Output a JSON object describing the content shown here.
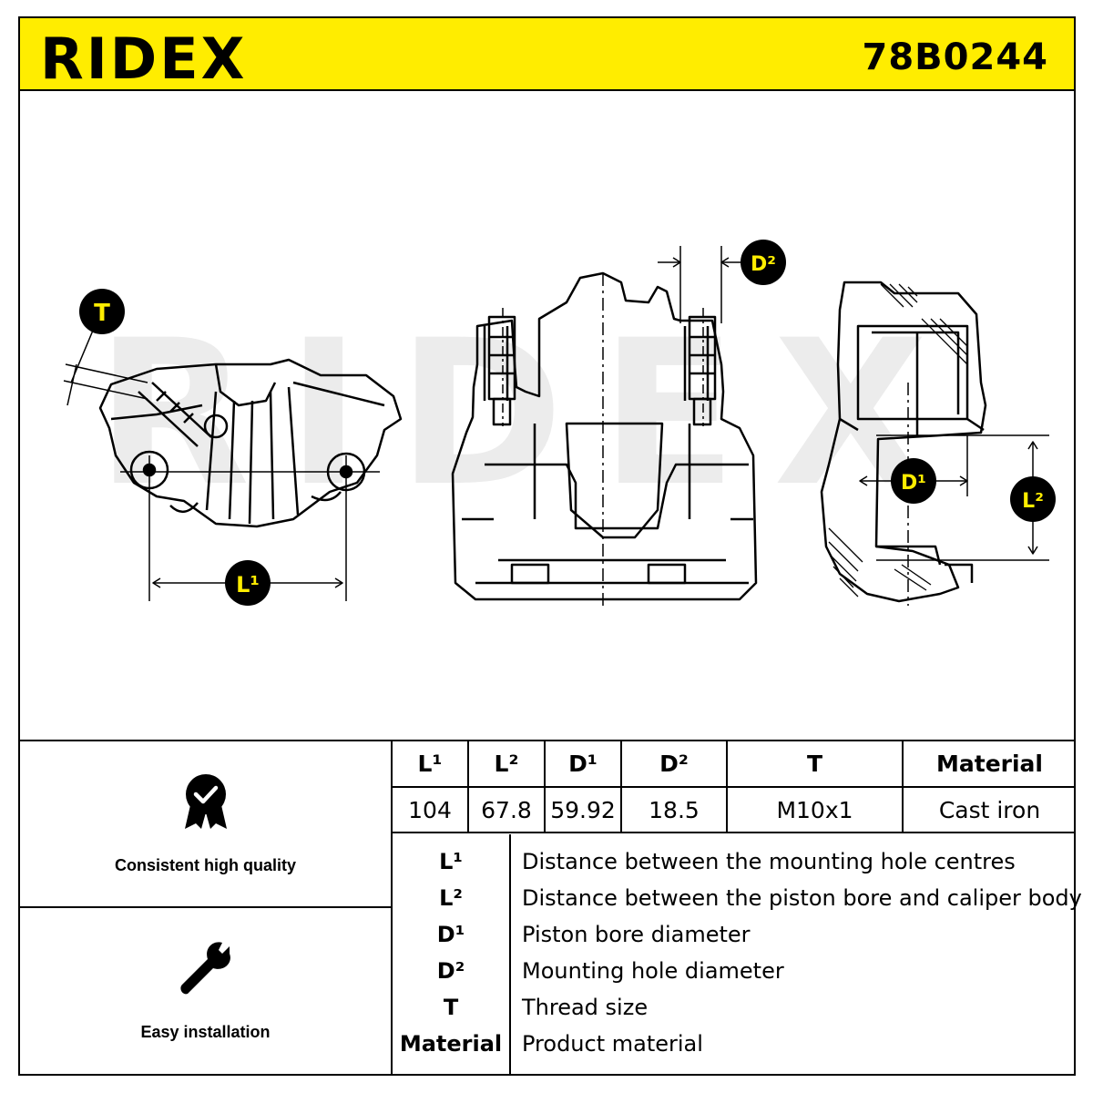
{
  "brand": {
    "logo_text": "RIDEX",
    "part_number": "78B0244",
    "accent_color": "#ffed00"
  },
  "drawing": {
    "watermark": "RIDEX",
    "callouts": {
      "t": "T",
      "l1": "L¹",
      "l2": "L²",
      "d1": "D¹",
      "d2": "D²"
    }
  },
  "features": [
    {
      "icon": "quality-badge-icon",
      "label": "Consistent high quality"
    },
    {
      "icon": "wrench-icon",
      "label": "Easy installation"
    }
  ],
  "dimensions": {
    "headers": [
      "L¹",
      "L²",
      "D¹",
      "D²",
      "T",
      "Material"
    ],
    "values": [
      "104",
      "67.8",
      "59.92",
      "18.5",
      "M10x1",
      "Cast iron"
    ]
  },
  "legend": [
    {
      "key": "L¹",
      "value": "Distance between the mounting hole centres"
    },
    {
      "key": "L²",
      "value": "Distance between the piston bore and caliper body"
    },
    {
      "key": "D¹",
      "value": "Piston bore diameter"
    },
    {
      "key": "D²",
      "value": "Mounting hole diameter"
    },
    {
      "key": "T",
      "value": "Thread size"
    },
    {
      "key": "Material",
      "value": "Product material"
    }
  ]
}
